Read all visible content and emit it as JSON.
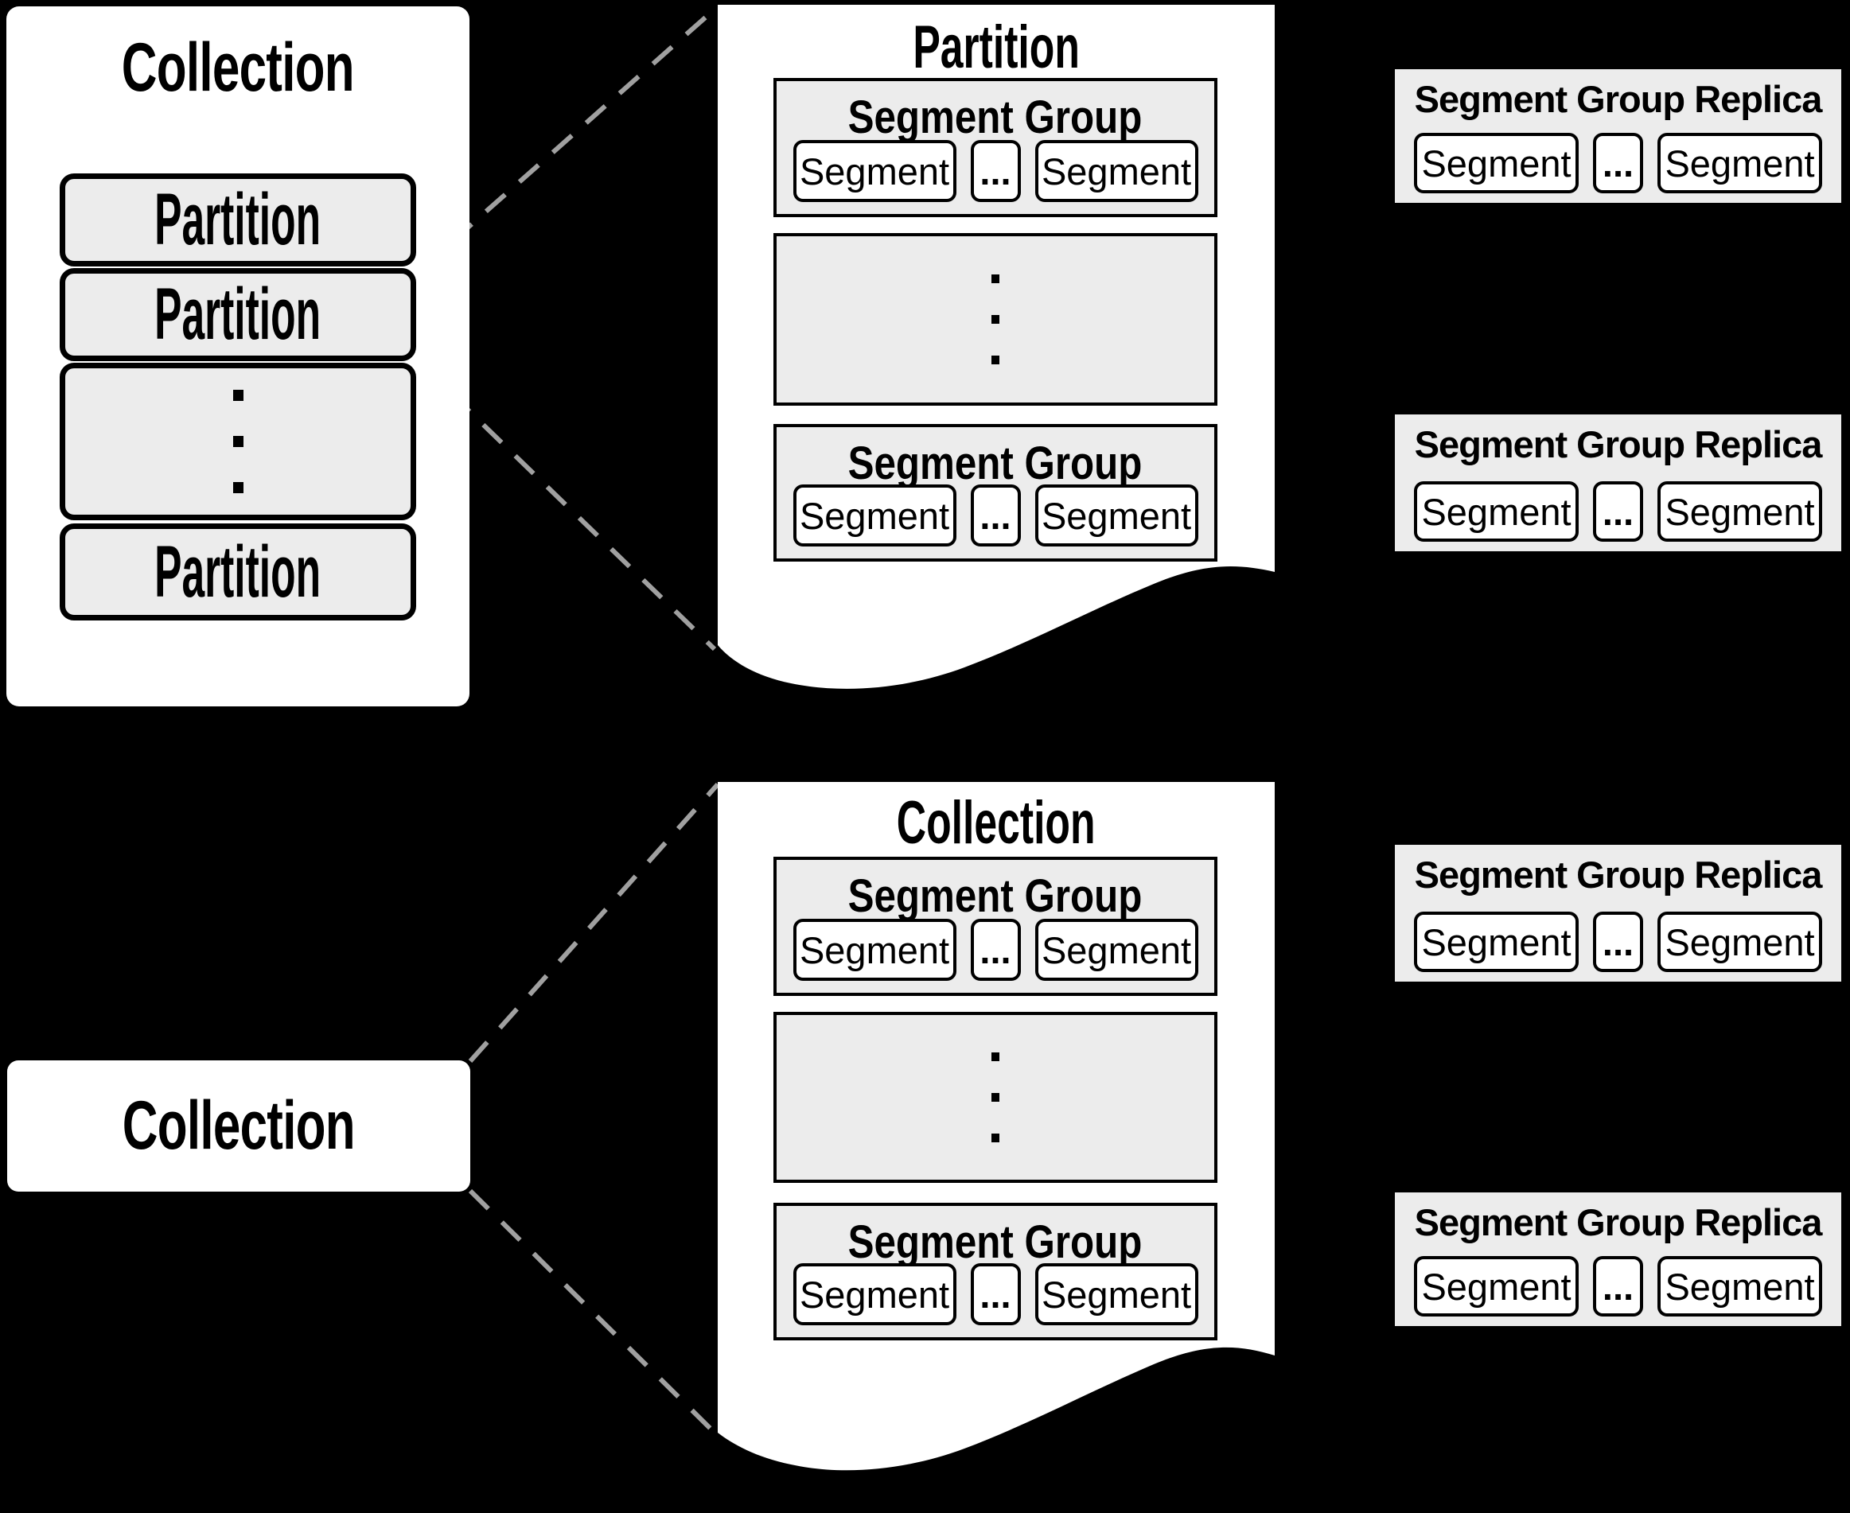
{
  "labels": {
    "collection": "Collection",
    "partition": "Partition",
    "segment_group": "Segment Group",
    "segment_group_replica": "Segment Group Replica",
    "segment": "Segment",
    "ellipsis": "..."
  },
  "top_left_panel": {
    "title": "Collection",
    "partition_labels": [
      "Partition",
      "Partition",
      "Partition"
    ]
  },
  "top_document": {
    "title": "Partition"
  },
  "bottom_left_box": {
    "title": "Collection"
  },
  "bottom_document": {
    "title": "Collection"
  },
  "replica_titles": [
    "Segment Group Replica",
    "Segment Group Replica",
    "Segment Group Replica",
    "Segment Group Replica"
  ],
  "colors": {
    "background": "#000000",
    "panel": "#ffffff",
    "box_fill": "#ececec",
    "border": "#000000",
    "dashed_line": "#a0a0a0"
  }
}
